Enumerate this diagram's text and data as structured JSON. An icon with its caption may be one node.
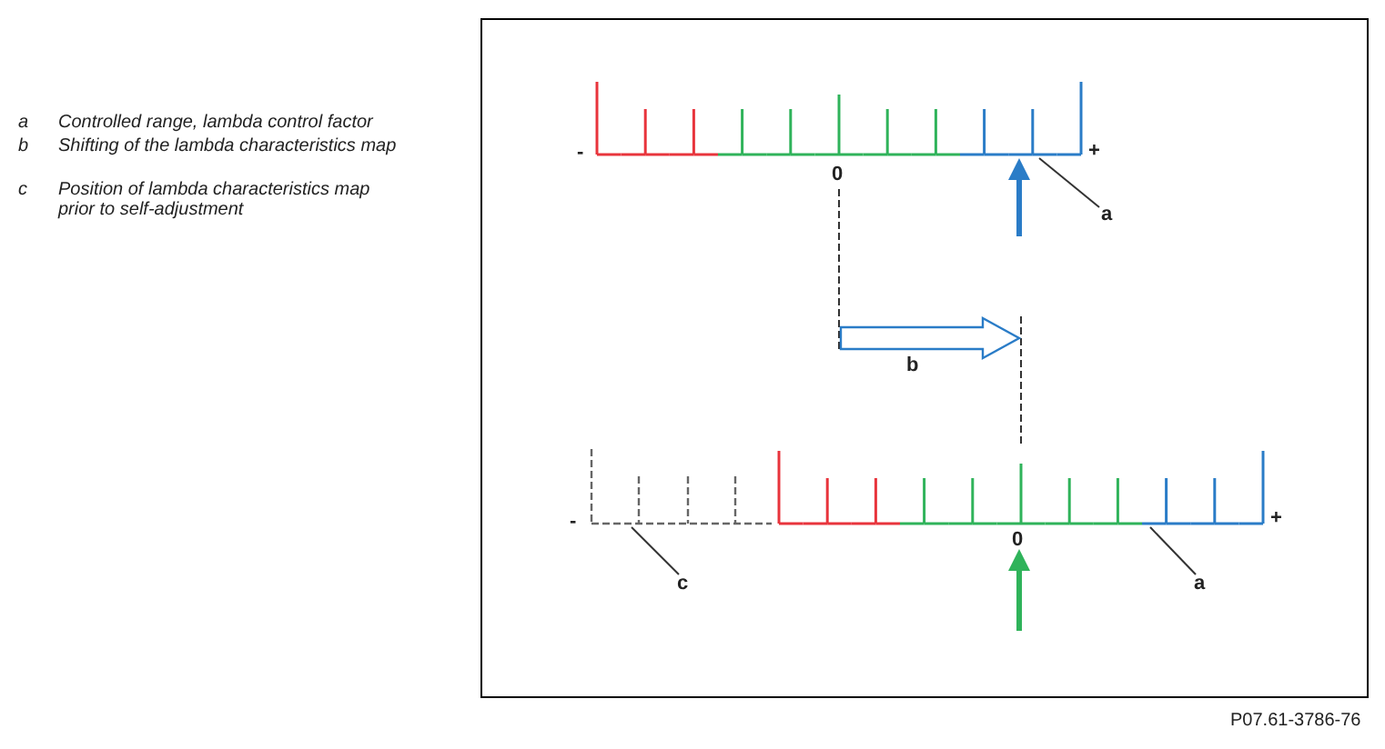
{
  "diagram": {
    "nodes": [
      {
        "text": [
          "a"
        ]
      },
      {
        "text": [
          "c"
        ]
      },
      {
        "text": [
          "a"
        ]
      },
      {
        "text": [],
        "shape": "bar",
        "beside": [
          "-",
          "+",
          "0"
        ]
      },
      {
        "text": [],
        "shape": "bar",
        "beside": [
          "-"
        ]
      },
      {
        "text": [],
        "shape": "bar",
        "beside": [
          "0",
          "+"
        ]
      }
    ],
    "edges": [
      {
        "from": 0,
        "to": 3,
        "arrow": "none"
      },
      {
        "from": 1,
        "to": 4,
        "arrow": "none"
      },
      {
        "from": 2,
        "to": 5,
        "arrow": "none"
      }
    ],
    "labels": [
      "a",
      "Controlled range, lambda control factor",
      "b",
      "Shifting of the lambda characteristics map",
      "c",
      "Position of lambda characteristics map prior to self-adjustment",
      "b",
      "P07.61-3786-76"
    ]
  }
}
